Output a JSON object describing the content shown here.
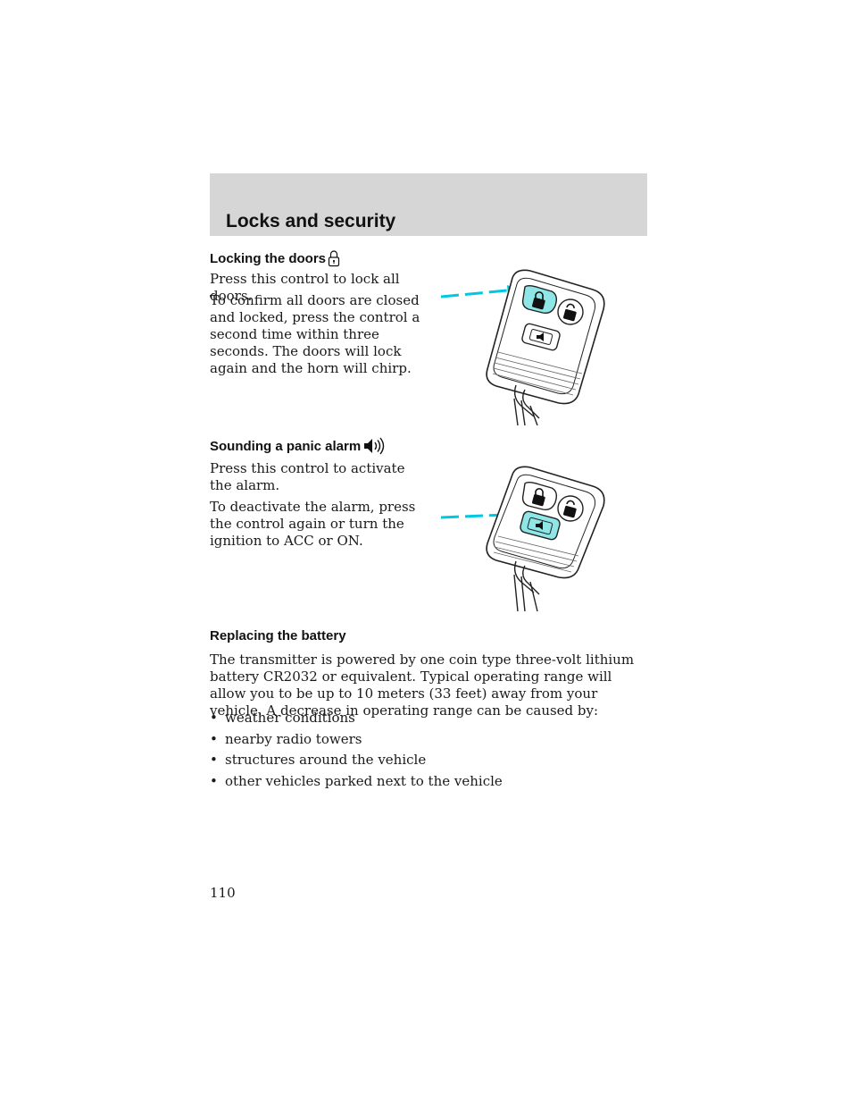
{
  "header": {
    "title": "Locks and security"
  },
  "sections": {
    "locking": {
      "heading": "Locking the doors",
      "icon": "lock-icon",
      "para1": "Press this control to lock all doors.",
      "para2": "To confirm all doors are closed and locked, press the control a second time within three seconds. The doors will lock again and the horn will chirp."
    },
    "panic": {
      "heading": "Sounding a panic alarm",
      "icon": "horn-icon",
      "para1": "Press this control to activate the alarm.",
      "para2": "To deactivate the alarm, press the control again or turn the ignition to ACC or ON."
    },
    "battery": {
      "heading": "Replacing the battery",
      "para": "The transmitter is powered by one coin type three-volt lithium battery CR2032 or equivalent. Typical operating range will allow you to be up to 10 meters (33 feet) away from your vehicle. A decrease in operating range can be caused by:",
      "bullets": [
        "weather conditions",
        "nearby radio towers",
        "structures around the vehicle",
        "other vehicles parked next to the vehicle"
      ]
    }
  },
  "illustrations": {
    "highlight_color": "#8ee6e6",
    "arrow_color": "#00c8e0",
    "fob1_highlighted": "lock-button",
    "fob2_highlighted": "panic-button"
  },
  "footer": {
    "page_number": "110"
  }
}
